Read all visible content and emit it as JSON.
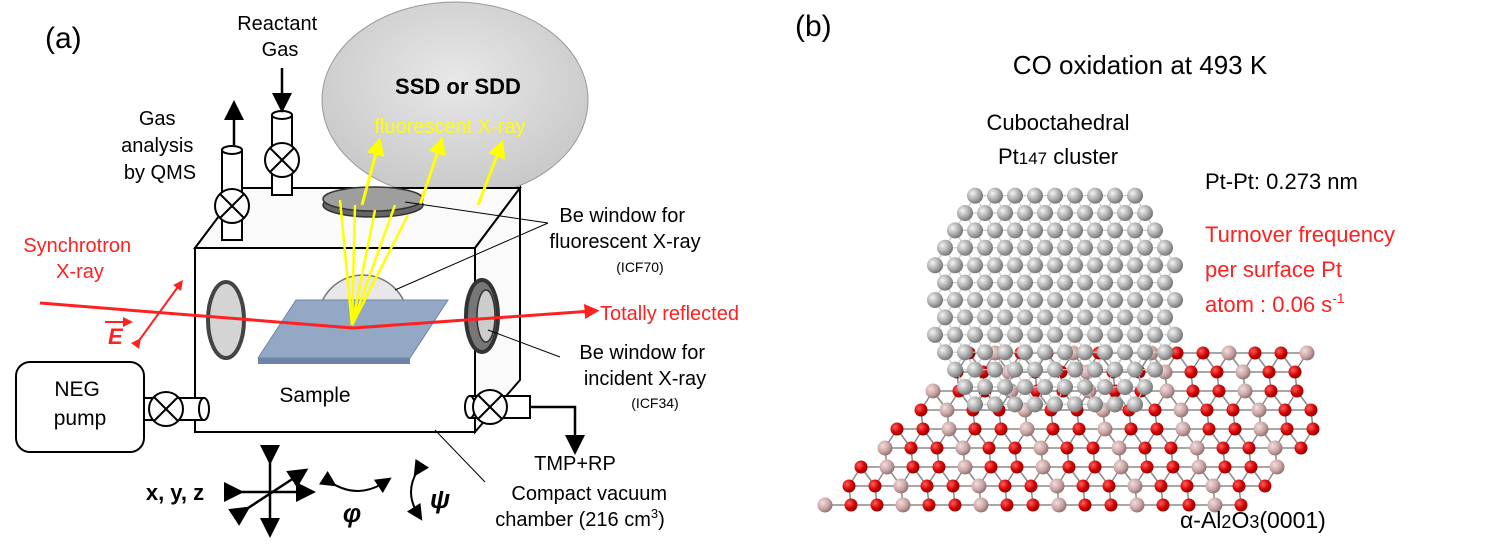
{
  "panel_a": {
    "label": "(a)",
    "reactant_gas": [
      "Reactant",
      "Gas"
    ],
    "gas_analysis": [
      "Gas",
      "analysis",
      "by QMS"
    ],
    "detector": "SSD or SDD",
    "fluorescent": "fluorescent X-ray",
    "synchrotron": [
      "Synchrotron",
      "X-ray"
    ],
    "efield": "E",
    "be_window_fluor": [
      "Be window for",
      "fluorescent X-ray"
    ],
    "icf70": "(ICF70)",
    "totally_reflected": "Totally reflected",
    "be_window_incident": [
      "Be window for",
      "incident X-ray"
    ],
    "icf34": "(ICF34)",
    "neg_pump": [
      "NEG",
      "pump"
    ],
    "sample": "Sample",
    "tmp_rp": "TMP+RP",
    "xyz": "x, y, z",
    "phi": "φ",
    "psi": "ψ",
    "chamber": [
      "Compact vacuum",
      "chamber (216 cm",
      "3",
      ")"
    ]
  },
  "panel_b": {
    "label": "(b)",
    "title": "CO oxidation at 493 K",
    "cluster": [
      "Cuboctahedral",
      "Pt",
      "147",
      " cluster"
    ],
    "ptpt": "Pt-Pt: 0.273 nm",
    "turnover": [
      "Turnover frequency",
      "per surface Pt",
      "atom : 0.06 s",
      "-1"
    ],
    "substrate": [
      "α-Al",
      "2",
      "O",
      "3",
      "(0001)"
    ]
  },
  "colors": {
    "red": "#ff2020",
    "yellow": "#ffff00",
    "atom_o": "#d40000",
    "atom_al": "#c9a3a3",
    "atom_pt": "#a8a8a8"
  }
}
